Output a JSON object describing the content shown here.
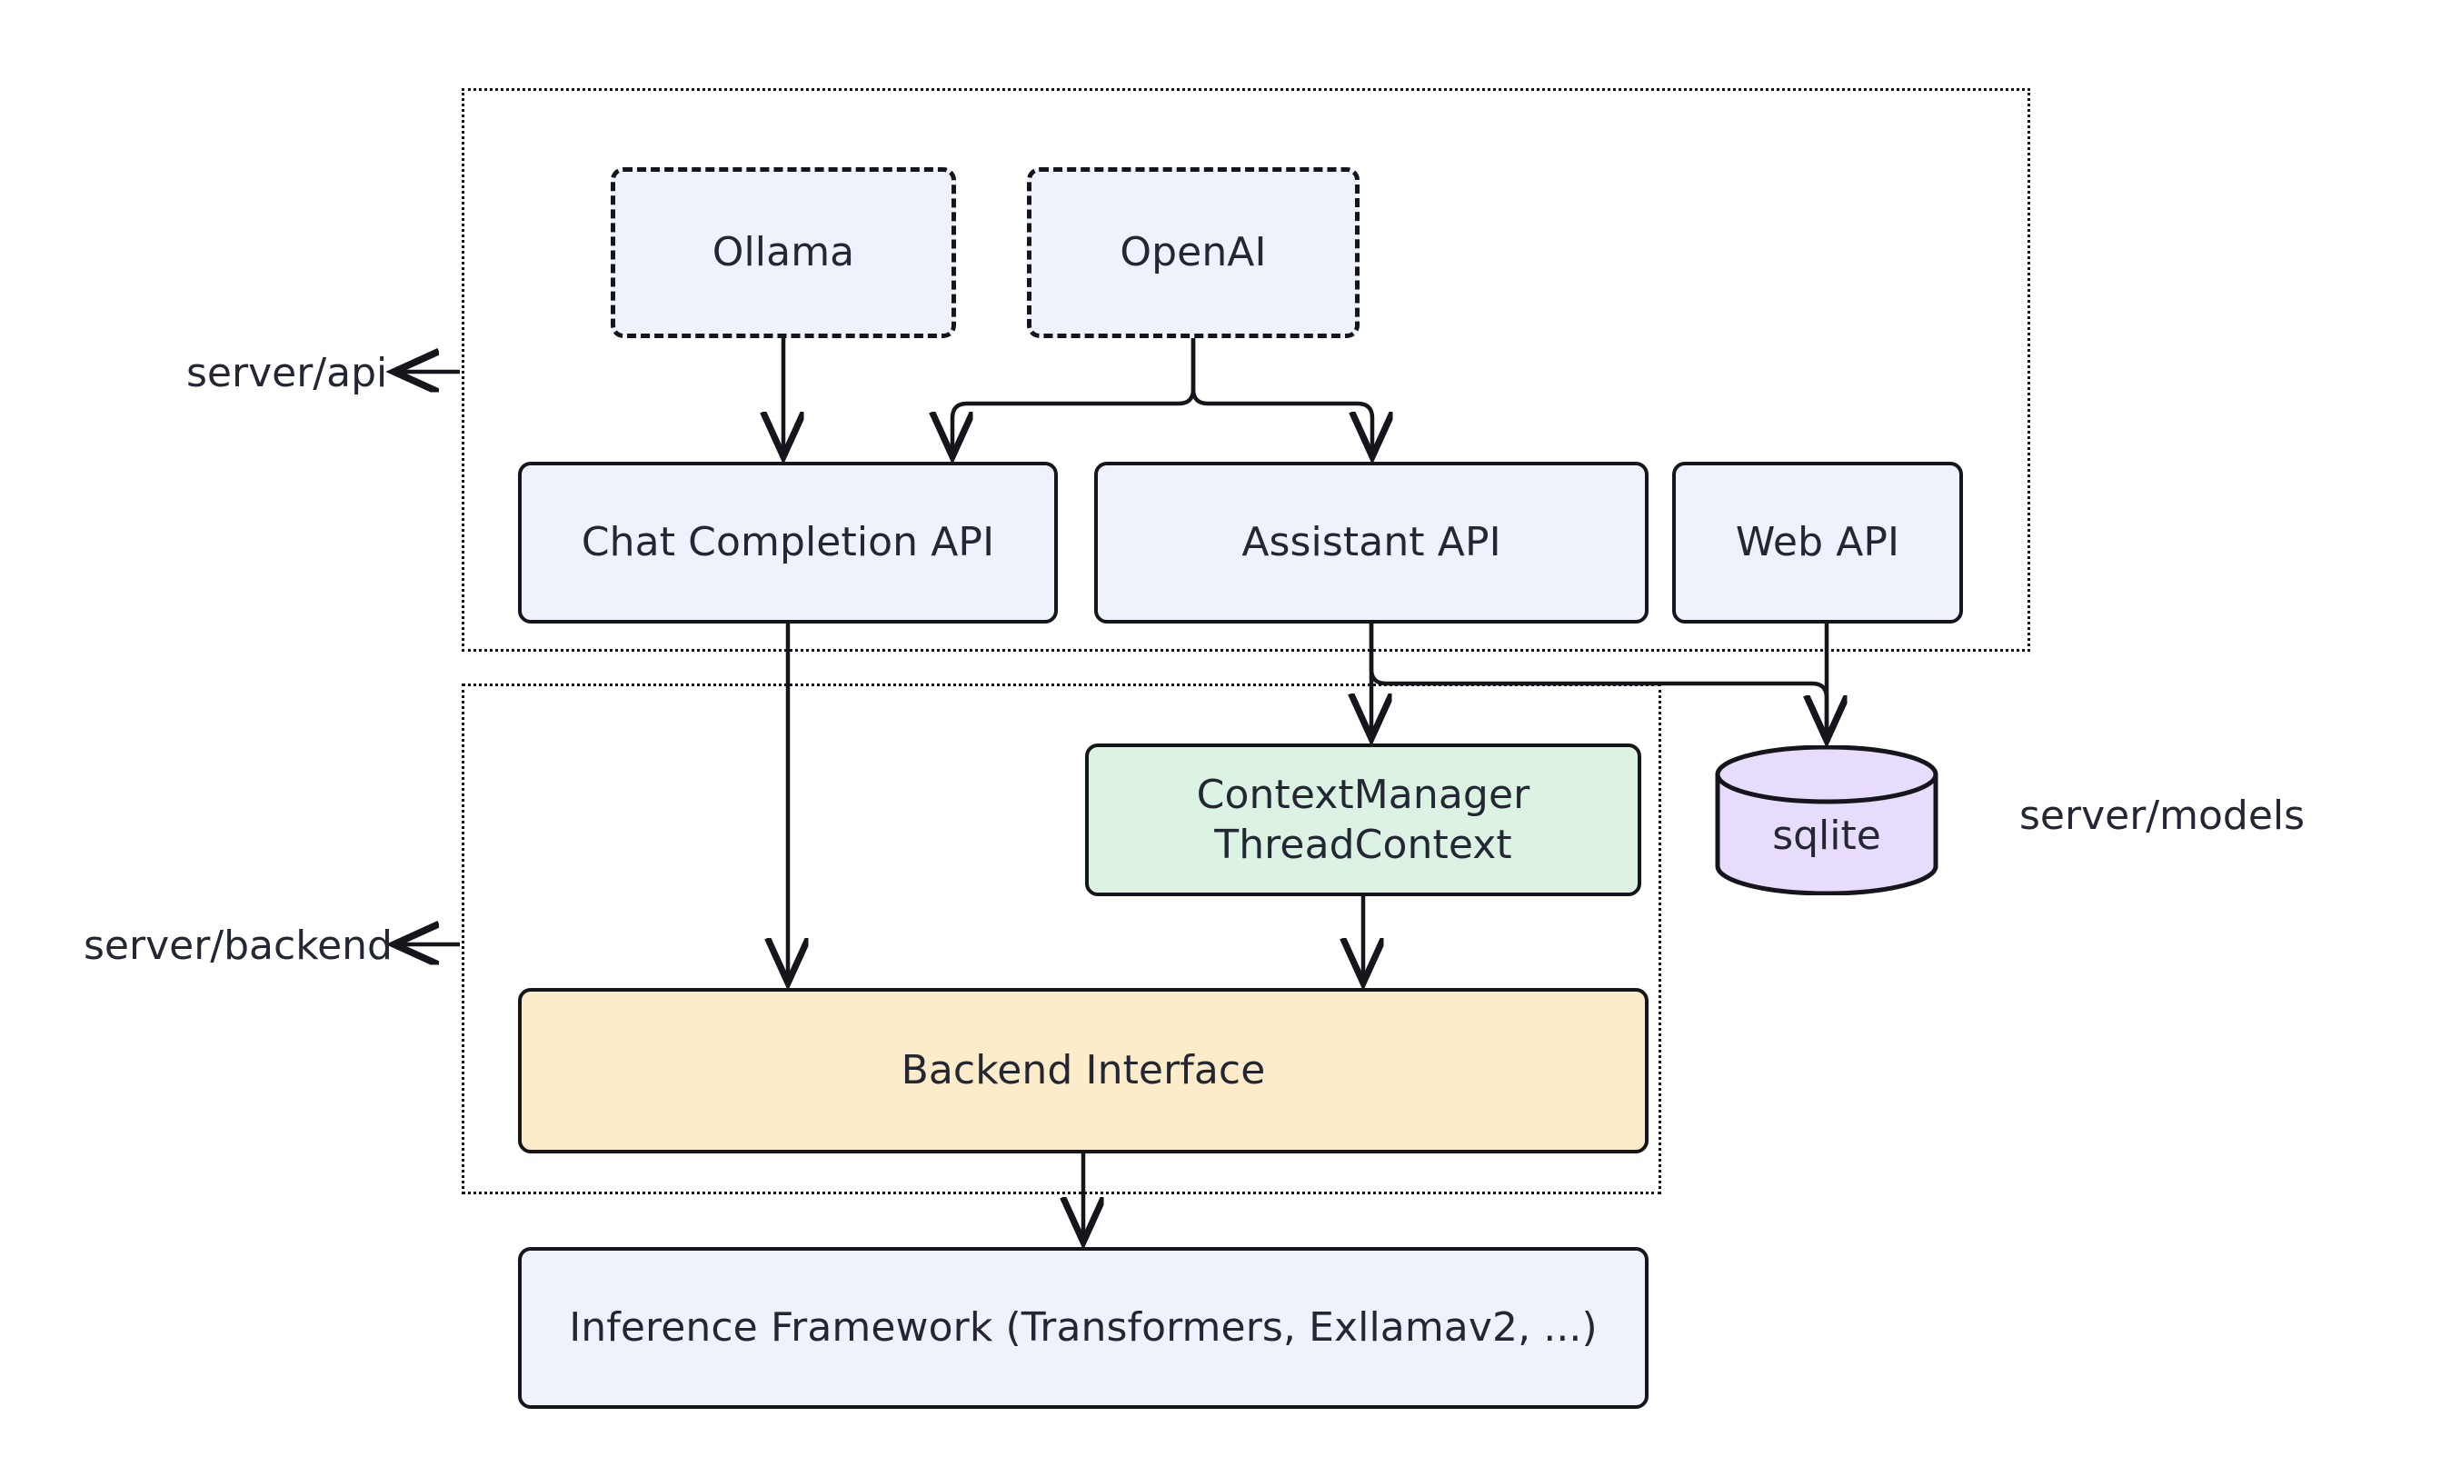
{
  "diagram": {
    "type": "architecture-flow",
    "background": "#ffffff",
    "palette": {
      "node_blue": "#eef2fb",
      "node_green": "#dcf2e3",
      "node_cream": "#fdecc9",
      "node_purple": "#e7dcfb",
      "stroke": "#14161c",
      "text": "#232733"
    },
    "groups": [
      {
        "id": "api",
        "side_label": "server/api",
        "arrow": "left-arrow-icon"
      },
      {
        "id": "backend",
        "side_label": "server/backend",
        "arrow": "left-arrow-icon"
      }
    ],
    "standalone_label": "server/models",
    "nodes": [
      {
        "id": "ollama",
        "label": "Ollama",
        "style": "dashed-blue"
      },
      {
        "id": "openai",
        "label": "OpenAI",
        "style": "dashed-blue"
      },
      {
        "id": "chat",
        "label": "Chat Completion API",
        "style": "solid-blue"
      },
      {
        "id": "assistant",
        "label": "Assistant API",
        "style": "solid-blue"
      },
      {
        "id": "webapi",
        "label": "Web API",
        "style": "solid-blue"
      },
      {
        "id": "context",
        "label_line1": "ContextManager",
        "label_line2": "ThreadContext",
        "style": "solid-green"
      },
      {
        "id": "sqlite",
        "label": "sqlite",
        "style": "cylinder-purple"
      },
      {
        "id": "backendif",
        "label": "Backend Interface",
        "style": "solid-cream"
      },
      {
        "id": "inference",
        "label": "Inference Framework (Transformers, Exllamav2, ...)",
        "style": "solid-blue"
      }
    ],
    "edges": [
      {
        "from": "ollama",
        "to": "chat"
      },
      {
        "from": "openai",
        "to": "chat"
      },
      {
        "from": "openai",
        "to": "assistant"
      },
      {
        "from": "chat",
        "to": "backendif"
      },
      {
        "from": "assistant",
        "to": "context"
      },
      {
        "from": "assistant",
        "to": "sqlite"
      },
      {
        "from": "webapi",
        "to": "sqlite"
      },
      {
        "from": "context",
        "to": "backendif"
      },
      {
        "from": "backendif",
        "to": "inference"
      }
    ]
  }
}
